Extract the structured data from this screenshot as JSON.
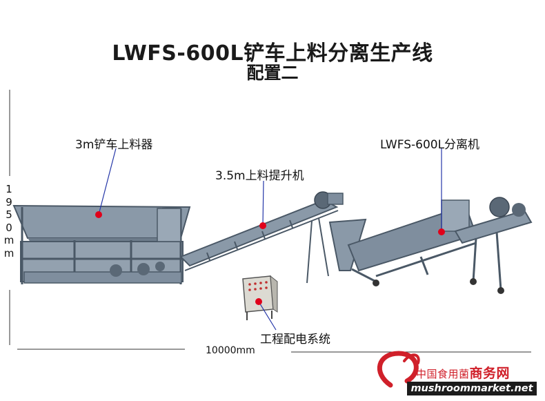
{
  "title": {
    "line1": "LWFS-600L铲车上料分离生产线",
    "line2": "配置二"
  },
  "labels": {
    "loader": "3m铲车上料器",
    "elevator": "3.5m上料提升机",
    "separator": "LWFS-600L分离机",
    "control": "工程配电系统"
  },
  "dimensions": {
    "height_chars": [
      "1",
      "9",
      "5",
      "0",
      "m",
      "m"
    ],
    "length": "10000mm"
  },
  "watermark": {
    "cn_prefix": "中国食用菌",
    "cn_suffix": "商务网",
    "en": "mushroommarket.net"
  },
  "colors": {
    "machine": "#7f8e9e",
    "machine_dark": "#4a5866",
    "marker": "#e0001a",
    "leader": "#2436a8",
    "watermark": "#d0202a"
  }
}
